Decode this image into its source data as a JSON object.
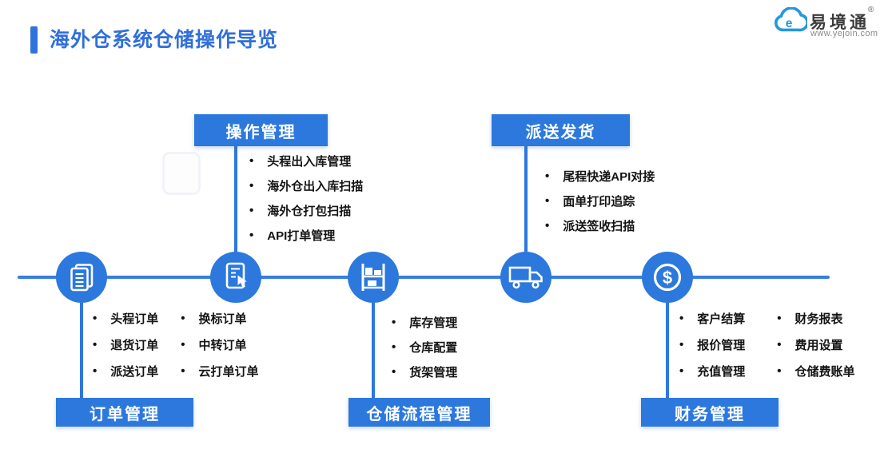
{
  "header": {
    "title": "海外仓系统仓储操作导览"
  },
  "logo": {
    "brand": "易境通",
    "trademark": "®",
    "website": "www.yejoin.com"
  },
  "flow": {
    "top_groups": [
      {
        "label": "操作管理",
        "items": [
          "头程出入库管理",
          "海外仓出入库扫描",
          "海外仓打包扫描",
          "API打单管理"
        ]
      },
      {
        "label": "派送发货",
        "items": [
          "尾程快递API对接",
          "面单打印追踪",
          "派送签收扫描"
        ]
      }
    ],
    "bottom_groups": [
      {
        "label": "订单管理",
        "columns": [
          [
            "头程订单",
            "退货订单",
            "派送订单"
          ],
          [
            "换标订单",
            "中转订单",
            "云打单订单"
          ]
        ]
      },
      {
        "label": "仓储流程管理",
        "columns": [
          [
            "库存管理",
            "仓库配置",
            "货架管理"
          ]
        ]
      },
      {
        "label": "财务管理",
        "columns": [
          [
            "客户结算",
            "报价管理",
            "充值管理"
          ],
          [
            "财务报表",
            "费用设置",
            "仓储费账单"
          ]
        ]
      }
    ],
    "milestones": [
      {
        "icon": "order-documents-icon"
      },
      {
        "icon": "handheld-scan-icon"
      },
      {
        "icon": "storage-shelf-icon"
      },
      {
        "icon": "delivery-truck-icon"
      },
      {
        "icon": "dollar-coin-icon"
      }
    ]
  },
  "colors": {
    "primary_blue": "#2c78dd",
    "title_blue": "#2f6fd9",
    "logo_blue": "#2598dc"
  }
}
